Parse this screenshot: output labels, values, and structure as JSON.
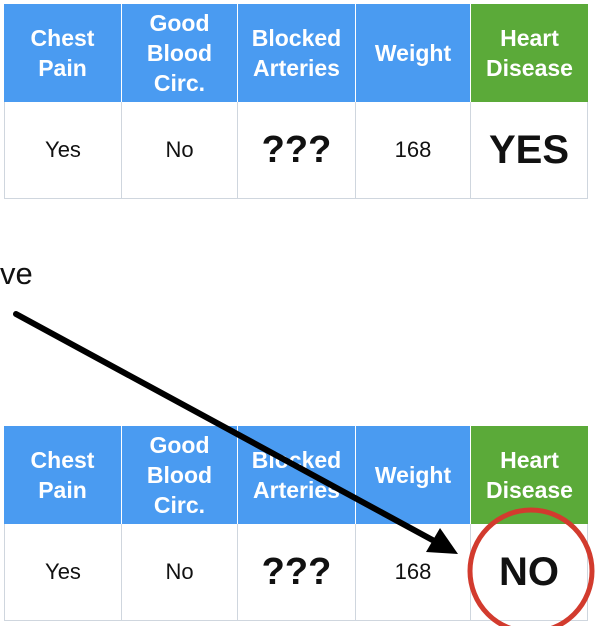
{
  "side_text": "ve",
  "tables": {
    "top": {
      "headers": [
        "Chest\nPain",
        "Good\nBlood\nCirc.",
        "Blocked\nArteries",
        "Weight",
        "Heart\nDisease"
      ],
      "row": [
        "Yes",
        "No",
        "???",
        "168",
        "YES"
      ]
    },
    "bottom": {
      "headers": [
        "Chest\nPain",
        "Good\nBlood\nCirc.",
        "Blocked\nArteries",
        "Weight",
        "Heart\nDisease"
      ],
      "row": [
        "Yes",
        "No",
        "???",
        "168",
        "NO"
      ]
    }
  },
  "colors": {
    "header_blue": "#4A9BF1",
    "header_green": "#5BAA39",
    "arrow": "#000000",
    "circle": "#D23B2E"
  }
}
